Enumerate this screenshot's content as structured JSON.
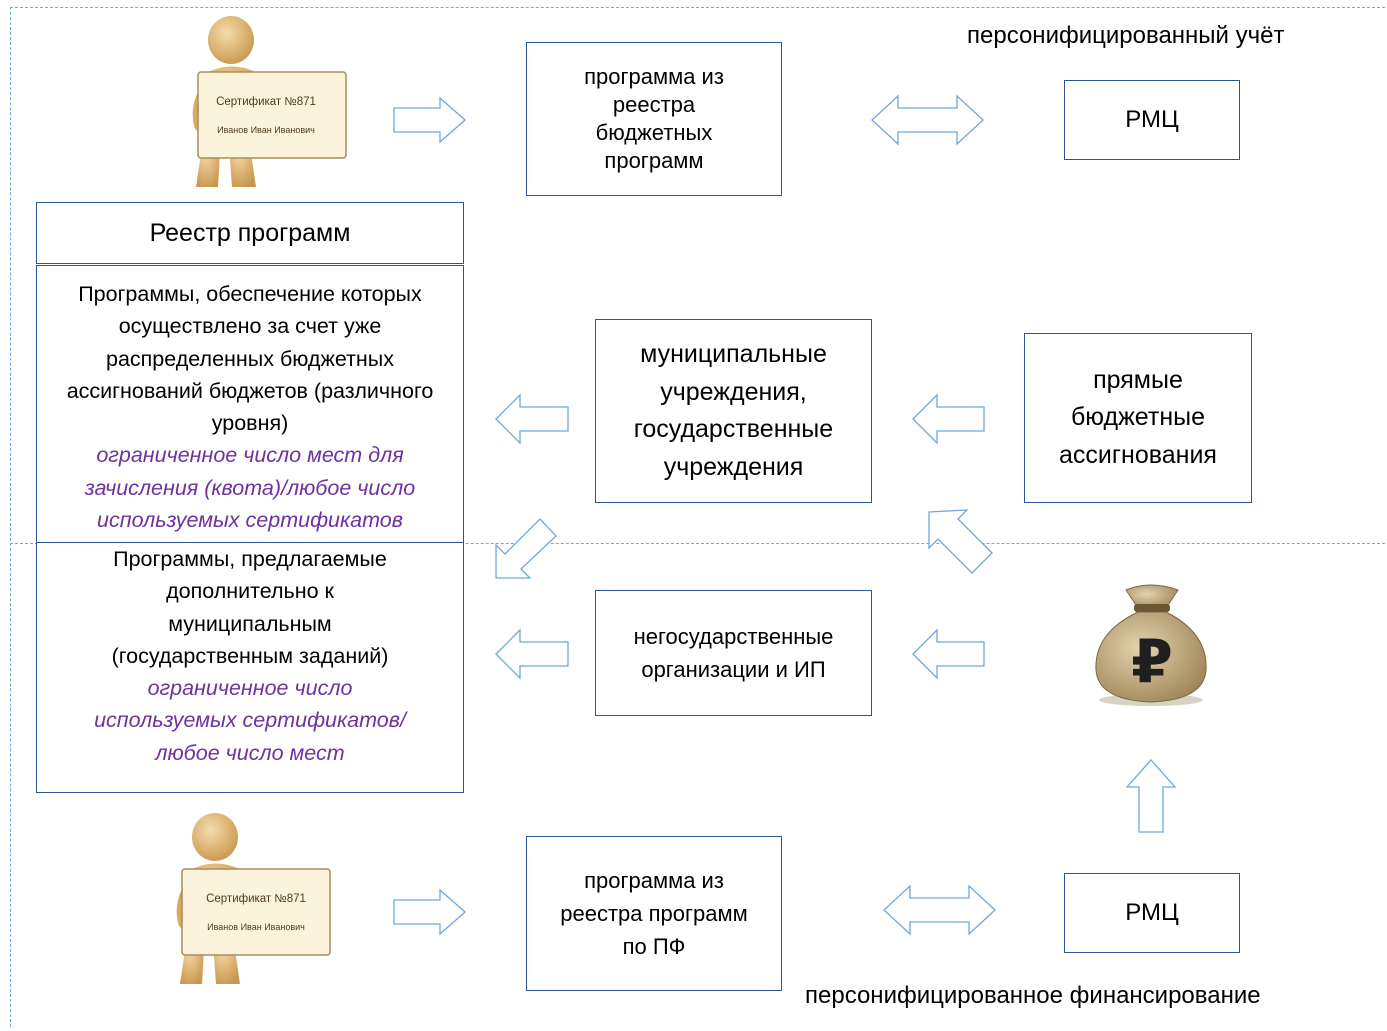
{
  "captions": {
    "top_right": "персонифицированный учёт",
    "bottom_right": "персонифицированное финансирование"
  },
  "certificate": {
    "title": "Сертификат №871",
    "holder": "Иванов Иван Иванович"
  },
  "boxes": {
    "registry_budget_program": "программа из реестра бюджетных программ",
    "rmc_top": "РМЦ",
    "registry_title": "Реестр программ",
    "registry_section_1": {
      "text": "Программы, обеспечение которых осуществлено за счет уже распределенных бюджетных ассигнований бюджетов (различного уровня)",
      "note": "ограниченное число мест для зачисления (квота)/любое число используемых сертификатов"
    },
    "registry_section_2": {
      "text": "Программы, предлагаемые дополнительно к муниципальным (государственным заданий)",
      "note": "ограниченное число используемых сертификатов/любое число мест"
    },
    "institutions": "муниципальные учреждения, государственные учреждения",
    "direct_appropriations": "прямые бюджетные ассигнования",
    "nongov": "негосударственные организации и ИП",
    "registry_pf_program": "программа из реестра программ по ПФ",
    "rmc_bottom": "РМЦ"
  },
  "money_bag": {
    "symbol": "₽"
  },
  "colors": {
    "box_border": "#2f5597",
    "arrow_stroke": "#6fa8dc",
    "note_text": "#7030a0",
    "bag": "#c9b48a"
  }
}
